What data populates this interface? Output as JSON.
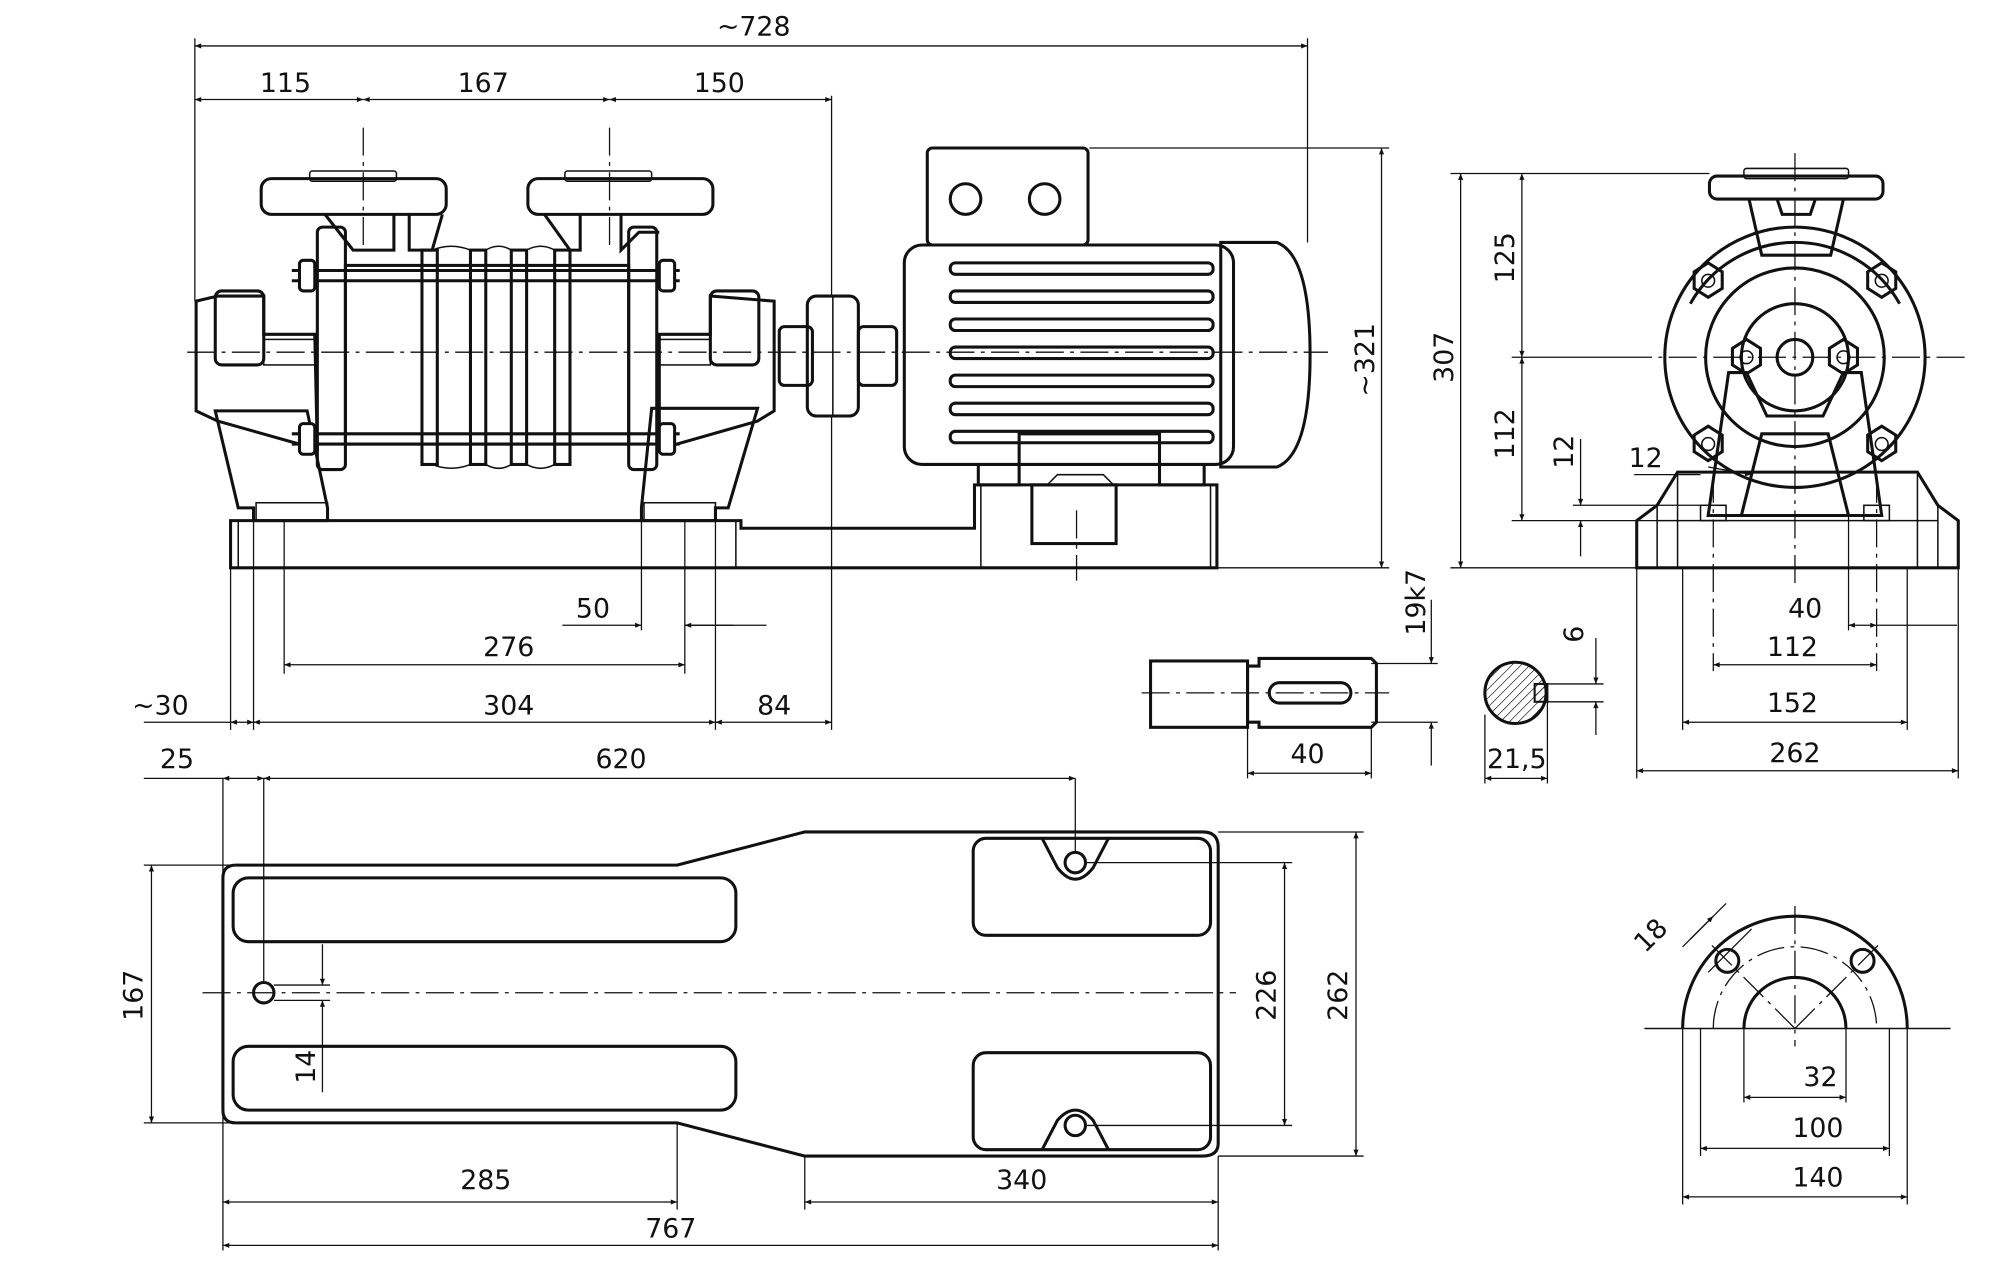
{
  "dims": {
    "overall_length": "~728",
    "suction_to_disch_1": "115",
    "suction_to_disch_2": "167",
    "suction_to_disch_3": "150",
    "height_total": "~321",
    "foot_50": "50",
    "foot_276": "276",
    "base_30": "~30",
    "base_304": "304",
    "base_84": "84",
    "shaft_fit": "19k7",
    "shaft_len": "40",
    "key_width": "6",
    "key_depth": "21,5",
    "side_307": "307",
    "side_125": "125",
    "side_112": "112",
    "side_12a": "12",
    "side_12b": "12",
    "side_40": "40",
    "side_112b": "112",
    "side_152": "152",
    "side_262": "262",
    "plan_25": "25",
    "plan_620": "620",
    "plan_167": "167",
    "plan_14": "14",
    "plan_226": "226",
    "plan_262": "262",
    "plan_285": "285",
    "plan_340": "340",
    "plan_767": "767",
    "flange_18": "18",
    "flange_32": "32",
    "flange_100": "100",
    "flange_140": "140"
  }
}
